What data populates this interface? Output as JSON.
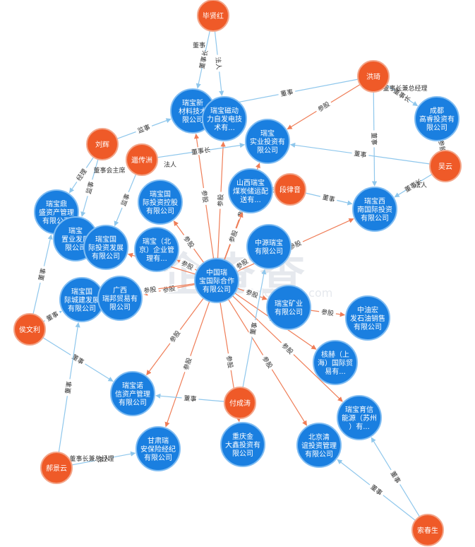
{
  "watermark": {
    "brand": "企查查",
    "url": "qichacha.com"
  },
  "colors": {
    "company": "#1a7fe0",
    "person": "#ef5a28",
    "invest_edge": "#ef7d57",
    "role_edge": "#8fc7ec",
    "label_bg": "#ffffff"
  },
  "nodes": [
    {
      "id": "bxh",
      "type": "person",
      "lines": [
        "毕贤红"
      ]
    },
    {
      "id": "hq",
      "type": "person",
      "lines": [
        "洪琦"
      ]
    },
    {
      "id": "lh",
      "type": "person",
      "lines": [
        "刘辉"
      ]
    },
    {
      "id": "dcz",
      "type": "person",
      "lines": [
        "邋传洲"
      ]
    },
    {
      "id": "dlg",
      "type": "person",
      "lines": [
        "段律音"
      ]
    },
    {
      "id": "wy",
      "type": "person",
      "lines": [
        "吴云"
      ]
    },
    {
      "id": "hwl",
      "type": "person",
      "lines": [
        "侯文利"
      ]
    },
    {
      "id": "fct",
      "type": "person",
      "lines": [
        "付成涛"
      ]
    },
    {
      "id": "hjy",
      "type": "person",
      "lines": [
        "郝景云"
      ]
    },
    {
      "id": "scs",
      "type": "person",
      "lines": [
        "索春生"
      ]
    },
    {
      "id": "c_main",
      "type": "company",
      "lines": [
        "中国瑞",
        "宝国际合作",
        "有限公司"
      ]
    },
    {
      "id": "c_clkj",
      "type": "company",
      "lines": [
        "瑞宝新",
        "材料技术",
        "限公司"
      ]
    },
    {
      "id": "c_cdzd",
      "type": "company",
      "lines": [
        "瑞宝磁动",
        "力自发电技",
        "术有..."
      ]
    },
    {
      "id": "c_syt",
      "type": "company",
      "lines": [
        "瑞宝",
        "实业投资有",
        "限公司"
      ]
    },
    {
      "id": "c_cd",
      "type": "company",
      "lines": [
        "成都",
        "高睿投资有",
        "限公司"
      ]
    },
    {
      "id": "c_sxmt",
      "type": "company",
      "lines": [
        "山西瑞宝",
        "煤炭储运配",
        "送有..."
      ]
    },
    {
      "id": "c_xn",
      "type": "company",
      "lines": [
        "瑞宝西",
        "南国际投资",
        "有限公司"
      ]
    },
    {
      "id": "c_gjtk",
      "type": "company",
      "lines": [
        "瑞宝国",
        "际投资控股",
        "有限公司"
      ]
    },
    {
      "id": "c_dz",
      "type": "company",
      "lines": [
        "瑞宝鼎",
        "盛资产管理",
        "有限公司"
      ]
    },
    {
      "id": "c_zy",
      "type": "company",
      "lines": [
        "瑞宝",
        "置业发展",
        "限公司"
      ]
    },
    {
      "id": "c_gjfz",
      "type": "company",
      "lines": [
        "瑞宝国",
        "际投资发展",
        "有限公司"
      ]
    },
    {
      "id": "c_bj",
      "type": "company",
      "lines": [
        "瑞宝（北",
        "京）企业管",
        "理有..."
      ]
    },
    {
      "id": "c_zyrb",
      "type": "company",
      "lines": [
        "中源瑞宝",
        "有限公司"
      ]
    },
    {
      "id": "c_cj",
      "type": "company",
      "lines": [
        "瑞宝国",
        "际城建发展",
        "有限公司"
      ]
    },
    {
      "id": "c_gx",
      "type": "company",
      "lines": [
        "广西",
        "瑞邦贸易有",
        "限公司"
      ]
    },
    {
      "id": "c_ky",
      "type": "company",
      "lines": [
        "瑞宝矿业",
        "有限公司"
      ]
    },
    {
      "id": "c_zyh",
      "type": "company",
      "lines": [
        "中油宏",
        "发石油销售",
        "有限公司"
      ]
    },
    {
      "id": "c_hh",
      "type": "company",
      "lines": [
        "核赫（上",
        "海）国际贸",
        "易有..."
      ]
    },
    {
      "id": "c_nx",
      "type": "company",
      "lines": [
        "瑞宝诺",
        "信资产管理",
        "有限公司"
      ]
    },
    {
      "id": "c_sz",
      "type": "company",
      "lines": [
        "瑞宝育信",
        "能源（苏州",
        "）有..."
      ]
    },
    {
      "id": "c_gs",
      "type": "company",
      "lines": [
        "甘肃瑞",
        "安保险经纪",
        "有限公司"
      ]
    },
    {
      "id": "c_cq",
      "type": "company",
      "lines": [
        "重庆金",
        "大鑫投资有",
        "限公司"
      ]
    },
    {
      "id": "c_bjq",
      "type": "company",
      "lines": [
        "北京清",
        "谊投资管理",
        "有限公司"
      ]
    }
  ],
  "edges": [
    {
      "from": "c_main",
      "to": "c_clkj",
      "kind": "invest",
      "label": "参股"
    },
    {
      "from": "c_main",
      "to": "c_cdzd",
      "kind": "invest",
      "label": "参股"
    },
    {
      "from": "c_main",
      "to": "c_syt",
      "kind": "invest",
      "label": "参股"
    },
    {
      "from": "c_main",
      "to": "c_sxmt",
      "kind": "invest",
      "label": "参股"
    },
    {
      "from": "c_main",
      "to": "c_xn",
      "kind": "invest",
      "label": "参股"
    },
    {
      "from": "c_main",
      "to": "c_gjtk",
      "kind": "invest",
      "label": "参股"
    },
    {
      "from": "c_main",
      "to": "c_bj",
      "kind": "invest",
      "label": "参股"
    },
    {
      "from": "c_main",
      "to": "c_gjfz",
      "kind": "invest",
      "label": "参股"
    },
    {
      "from": "c_main",
      "to": "c_zyrb",
      "kind": "invest",
      "label": "参股"
    },
    {
      "from": "c_main",
      "to": "c_gx",
      "kind": "invest",
      "label": "参股"
    },
    {
      "from": "c_main",
      "to": "c_cj",
      "kind": "invest",
      "label": "参股"
    },
    {
      "from": "c_main",
      "to": "c_ky",
      "kind": "invest",
      "label": "参股"
    },
    {
      "from": "c_main",
      "to": "c_hh",
      "kind": "invest",
      "label": "参股"
    },
    {
      "from": "c_main",
      "to": "c_sz",
      "kind": "invest",
      "label": "参股"
    },
    {
      "from": "c_main",
      "to": "c_nx",
      "kind": "invest",
      "label": "参股"
    },
    {
      "from": "c_main",
      "to": "c_gs",
      "kind": "invest",
      "label": "参股"
    },
    {
      "from": "c_main",
      "to": "c_cq",
      "kind": "invest",
      "label": "参股"
    },
    {
      "from": "c_main",
      "to": "c_bjq",
      "kind": "invest",
      "label": "参股"
    },
    {
      "from": "c_ky",
      "to": "c_zyh",
      "kind": "invest",
      "label": "参股"
    },
    {
      "from": "hq",
      "to": "c_syt",
      "kind": "invest",
      "label": "参股"
    },
    {
      "from": "bxh",
      "to": "c_clkj",
      "kind": "role",
      "label": "董事长"
    },
    {
      "from": "bxh",
      "to": "c_cdzd",
      "kind": "role",
      "label": "法人"
    },
    {
      "from": "hq",
      "to": "c_cd",
      "kind": "role",
      "label": "董事长"
    },
    {
      "from": "hq",
      "to": "c_clkj",
      "kind": "role",
      "label": "董事"
    },
    {
      "from": "hq",
      "to": "c_xn",
      "kind": "role",
      "label": "董事"
    },
    {
      "from": "lh",
      "to": "c_clkj",
      "kind": "role",
      "label": "监事"
    },
    {
      "from": "lh",
      "to": "c_dz",
      "kind": "role",
      "label": "经理"
    },
    {
      "from": "lh",
      "to": "c_zy",
      "kind": "role",
      "label": "监事"
    },
    {
      "from": "dcz",
      "to": "c_syt",
      "kind": "role",
      "label": "董事长"
    },
    {
      "from": "dcz",
      "to": "c_gjfz",
      "kind": "role",
      "label": "监事"
    },
    {
      "from": "dlg",
      "to": "c_xn",
      "kind": "role",
      "label": "董事"
    },
    {
      "from": "dlg",
      "to": "c_sxmt",
      "kind": "role",
      "label": "董事"
    },
    {
      "from": "wy",
      "to": "c_xn",
      "kind": "role",
      "label": "董事长"
    },
    {
      "from": "wy",
      "to": "c_cd",
      "kind": "role",
      "label": "参股"
    },
    {
      "from": "wy",
      "to": "c_syt",
      "kind": "role",
      "label": "董事"
    },
    {
      "from": "hwl",
      "to": "c_dz",
      "kind": "role",
      "label": "董事"
    },
    {
      "from": "hwl",
      "to": "c_cj",
      "kind": "role",
      "label": "董事"
    },
    {
      "from": "hwl",
      "to": "c_nx",
      "kind": "role",
      "label": "董事"
    },
    {
      "from": "fct",
      "to": "c_nx",
      "kind": "role",
      "label": "董事"
    },
    {
      "from": "fct",
      "to": "c_zyrb",
      "kind": "role",
      "label": "董事"
    },
    {
      "from": "hjy",
      "to": "c_gs",
      "kind": "role",
      "label": "法人"
    },
    {
      "from": "hjy",
      "to": "c_cj",
      "kind": "role",
      "label": "董事"
    },
    {
      "from": "scs",
      "to": "c_sz",
      "kind": "role",
      "label": "董事"
    },
    {
      "from": "scs",
      "to": "c_bjq",
      "kind": "role",
      "label": "董事"
    },
    {
      "from": "c_main",
      "to": "c_main",
      "kind": "none",
      "label": ""
    }
  ],
  "extra_labels": [
    {
      "near": "hjy",
      "text": "董事长兼总经理"
    },
    {
      "near": "bxh",
      "text": "董事"
    },
    {
      "near": "dcz",
      "text": "法人"
    },
    {
      "near": "lh",
      "text": "董事会主席"
    },
    {
      "near": "hq",
      "text": "董事长兼总经理"
    },
    {
      "near": "wy",
      "text": "法人"
    }
  ]
}
